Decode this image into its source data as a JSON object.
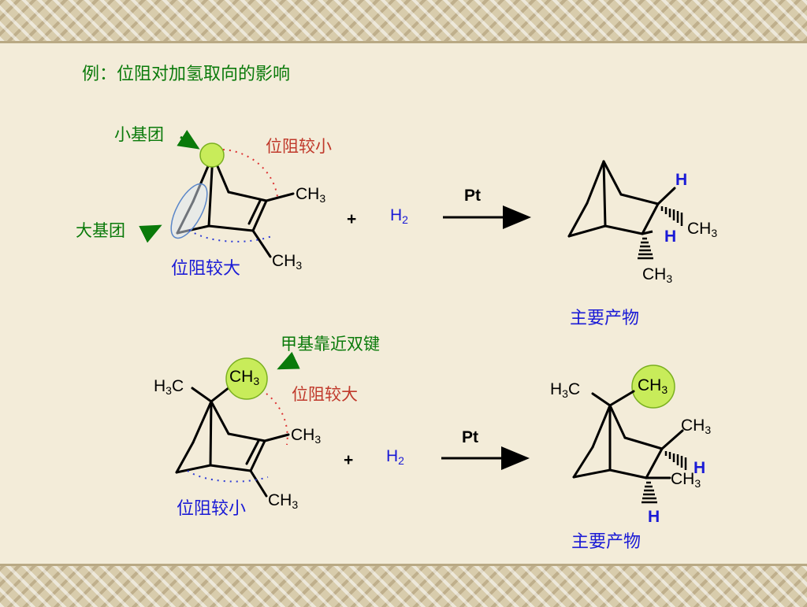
{
  "title": "例：位阻对加氢取向的影响",
  "reaction1": {
    "small_group_label": "小基团",
    "large_group_label": "大基团",
    "low_hindrance_label": "位阻较小",
    "high_hindrance_label": "位阻较大",
    "ch3_top": "CH",
    "ch3_bottom": "CH",
    "plus": "+",
    "h2": "H",
    "catalyst": "Pt",
    "product_h_top": "H",
    "product_h_bottom": "H",
    "product_ch3_right": "CH",
    "product_ch3_bottom": "CH",
    "product_label": "主要产物"
  },
  "reaction2": {
    "annotation": "甲基靠近双键",
    "bridge_methyl_left": "H",
    "bridge_methyl_right": "CH",
    "high_hindrance_label": "位阻较大",
    "low_hindrance_label": "位阻较小",
    "ch3_top": "CH",
    "ch3_bottom": "CH",
    "plus": "+",
    "h2": "H",
    "catalyst": "Pt",
    "product_h3c": "H",
    "product_ch3_bridge": "CH",
    "product_ch3_top": "CH",
    "product_ch3_mid": "CH",
    "product_h_mid": "H",
    "product_h_bottom": "H",
    "product_label": "主要产物"
  },
  "colors": {
    "green_label": "#0a7a0a",
    "red_label": "#c0392b",
    "blue_label": "#1a1ad6",
    "highlight_fill": "#c8ec5a",
    "border": "#d8ccac"
  }
}
